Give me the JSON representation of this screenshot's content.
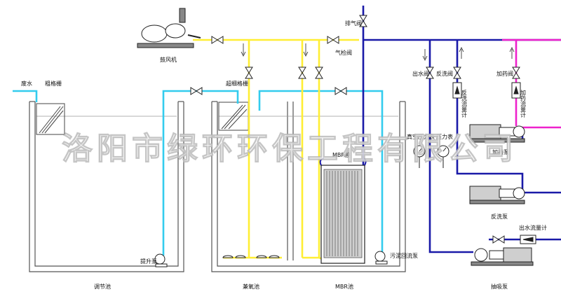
{
  "watermark": "洛阳市绿环环保工程有限公司",
  "labels": {
    "inlet": "废水",
    "coarse_screen": "粗格栅",
    "fine_screen": "超细格栅",
    "blower": "鼓风机",
    "vent_valve": "排气阀",
    "air_valve": "气检阀",
    "outlet_valve": "出水阀",
    "backwash_valve": "反洗阀",
    "dosing_valve": "加药阀",
    "backwash_flowmeter": "反洗流量计",
    "dosing_flowmeter": "加药流量计",
    "vacuum_gauge": "真空压力表",
    "pressure_gauge": "压力表",
    "dosing_pump": "加药泵",
    "backwash_pump": "反洗泵",
    "outlet_flowmeter": "出水流量计",
    "suction_pump": "抽吸泵",
    "lift_pump": "提升泵",
    "sludge_pump": "污泥回流泵",
    "mbr_module": "MBR膜",
    "tank_equalization": "调节池",
    "tank_anoxic": "兼氧池",
    "tank_mbr": "MBR池"
  },
  "colors": {
    "water": "#33ccee",
    "air": "#ffee33",
    "clean_water": "#1a1aa8",
    "chemical": "#ee22cc",
    "tank": "#666666"
  }
}
